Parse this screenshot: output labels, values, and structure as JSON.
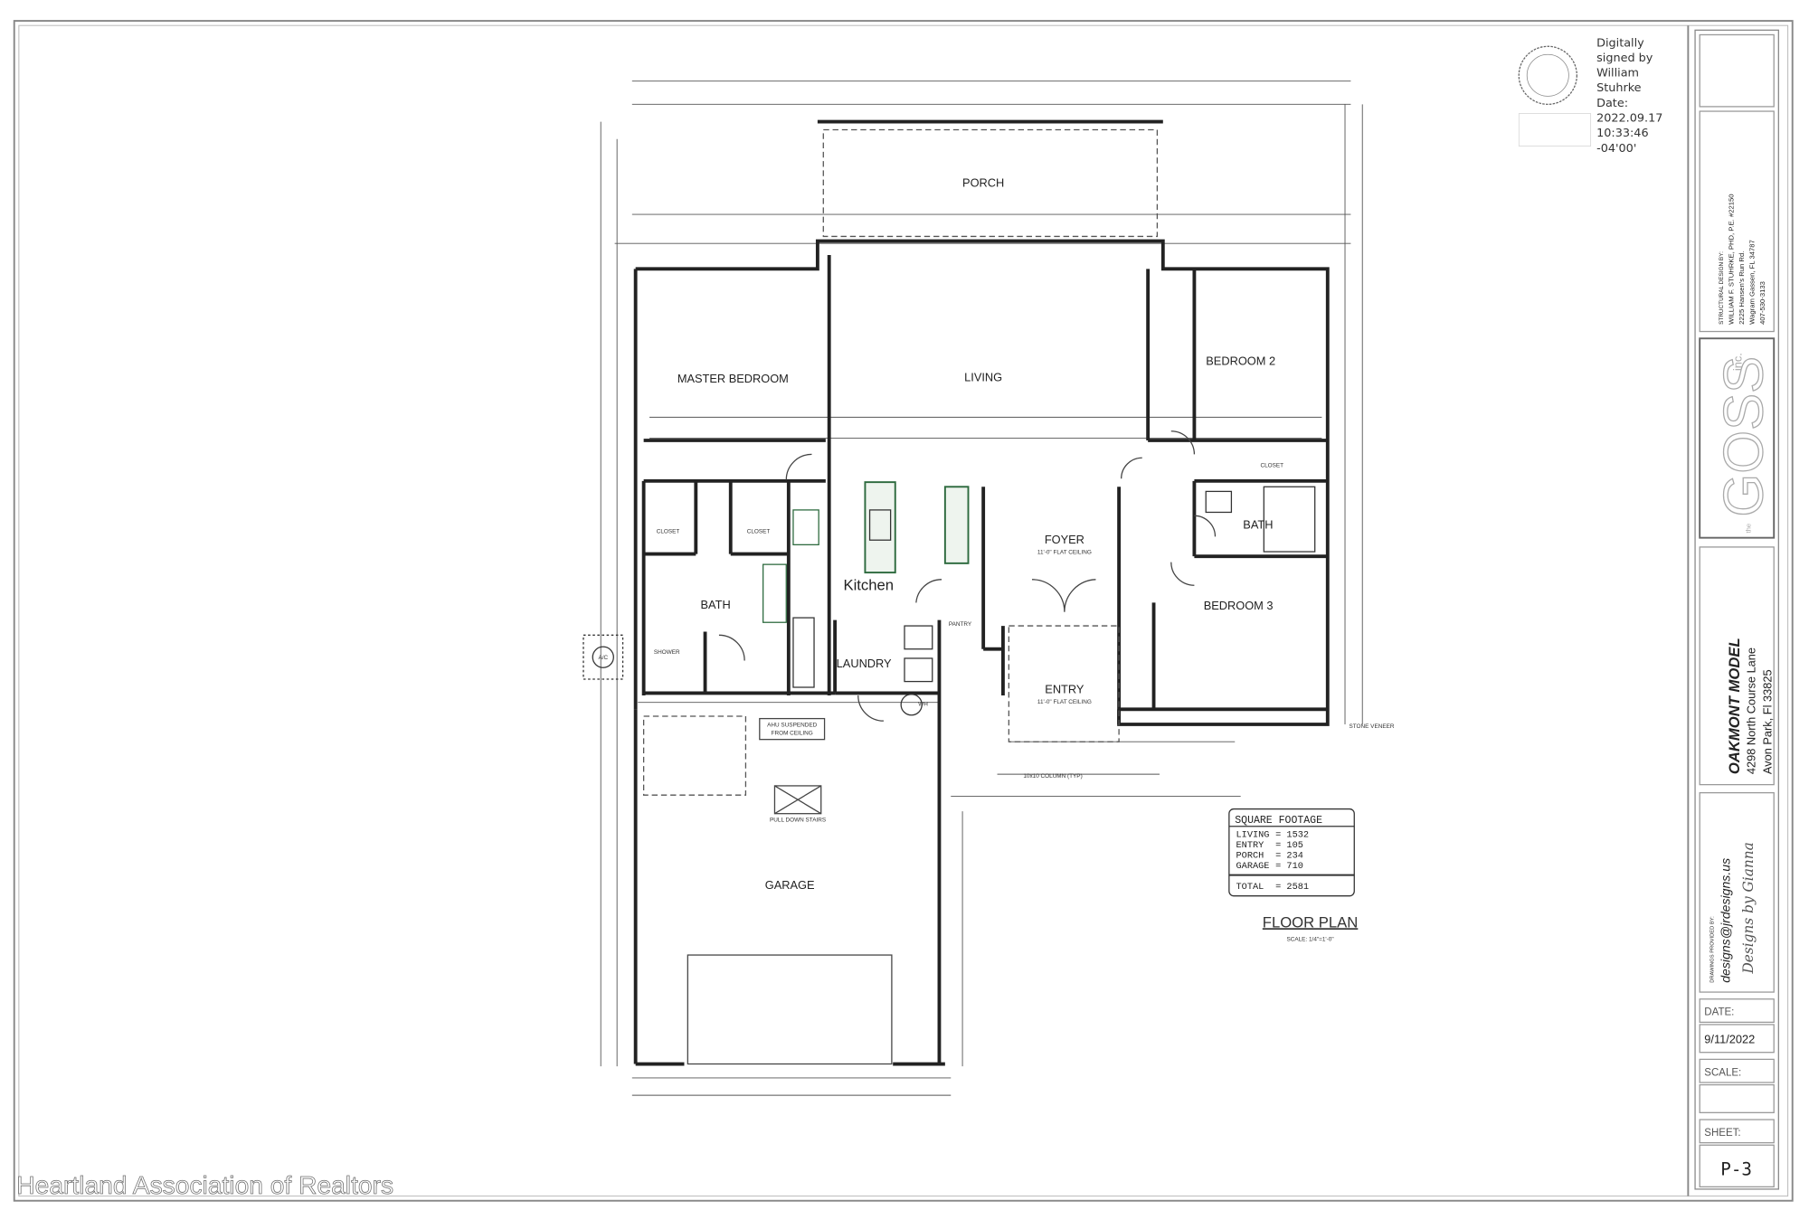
{
  "rooms": {
    "porch": "PORCH",
    "master_bedroom": "MASTER BEDROOM",
    "living": "LIVING",
    "bedroom_2": "BEDROOM 2",
    "kitchen": "Kitchen",
    "bath_master": "BATH",
    "laundry": "LAUNDRY",
    "foyer": "FOYER",
    "foyer_sub": "11'-0\" FLAT CEILING",
    "entry": "ENTRY",
    "entry_sub": "11'-0\" FLAT CEILING",
    "bath_2": "BATH",
    "bedroom_3": "BEDROOM 3",
    "garage": "GARAGE",
    "closet": "CLOSET",
    "pantry": "PANTRY",
    "shower": "SHOWER",
    "ac": "A/C",
    "wh": "WH",
    "ahu": [
      "AHU SUSPENDED",
      "FROM CEILING"
    ],
    "pull_down_stairs": "PULL DOWN STAIRS",
    "stone_veneer": "STONE VENEER",
    "column": "10x10 COLUMN (TYP)"
  },
  "square_footage": {
    "title": "SQUARE FOOTAGE",
    "rows": [
      {
        "label": "LIVING",
        "value": "= 1532"
      },
      {
        "label": "ENTRY",
        "value": "= 105"
      },
      {
        "label": "PORCH",
        "value": "= 234"
      },
      {
        "label": "GARAGE",
        "value": "= 710"
      }
    ],
    "total_label": "TOTAL",
    "total_value": "= 2581"
  },
  "plan_title": "FLOOR PLAN",
  "plan_scale": "SCALE: 1/4\"=1'-0\"",
  "signature": {
    "lines": [
      "Digitally",
      "signed by",
      "William",
      "Stuhrke",
      "Date:",
      "2022.09.17",
      "10:33:46",
      "-04'00'"
    ]
  },
  "title_block": {
    "structural": [
      "STRUCTURAL DESIGN BY:",
      "WILLIAM F. STUHRKE, PHD, P.E. #22150",
      "2225 Hansen's Run Rd.",
      "Wagram Gassen, FL 34787",
      "407-530-3133"
    ],
    "logo": "GOSS",
    "logo_prefix": "the",
    "logo_suffix": "inc.",
    "project_name": "OAKMONT MODEL",
    "address_1": "4298 North Course Lane",
    "address_2": "Avon Park, Fl 33825",
    "drawings_by": "DRAWINGS PROVIDED BY:",
    "email": "designs@jrdesigns.us",
    "designer_script": "Designs by Gianna",
    "date_label": "DATE:",
    "date_value": "9/11/2022",
    "scale_label": "SCALE:",
    "scale_value": "",
    "sheet_label": "SHEET:",
    "sheet_value": "P-3"
  },
  "watermark": "Heartland Association of Realtors"
}
